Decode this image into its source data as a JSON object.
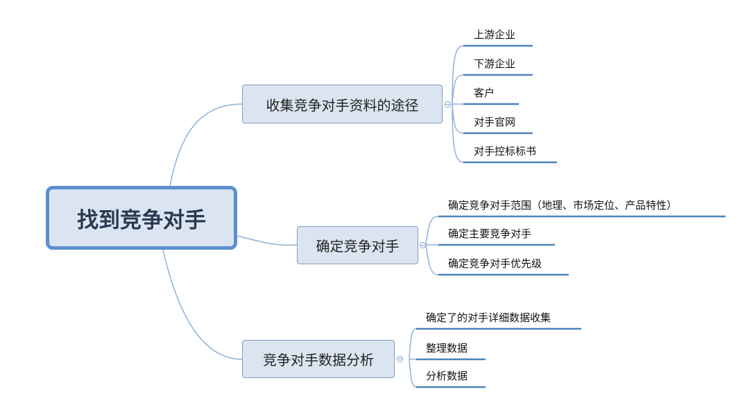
{
  "root": {
    "label": "找到竞争对手"
  },
  "branches": [
    {
      "label": "收集竞争对手资料的途径",
      "children": [
        "上游企业",
        "下游企业",
        "客户",
        "对手官网",
        "对手控标标书"
      ]
    },
    {
      "label": "确定竞争对手",
      "children": [
        "确定竞争对手范围（地理、市场定位、产品特性）",
        "确定主要竞争对手",
        "确定竞争对手优先级"
      ]
    },
    {
      "label": "竞争对手数据分析",
      "children": [
        "确定了的对手详细数据收集",
        "整理数据",
        "分析数据"
      ]
    }
  ],
  "colors": {
    "line": "#8fb0d9",
    "node_fill": "#dbe5f1",
    "root_border": "#5b8fd0",
    "underline": "#4f81bd"
  }
}
